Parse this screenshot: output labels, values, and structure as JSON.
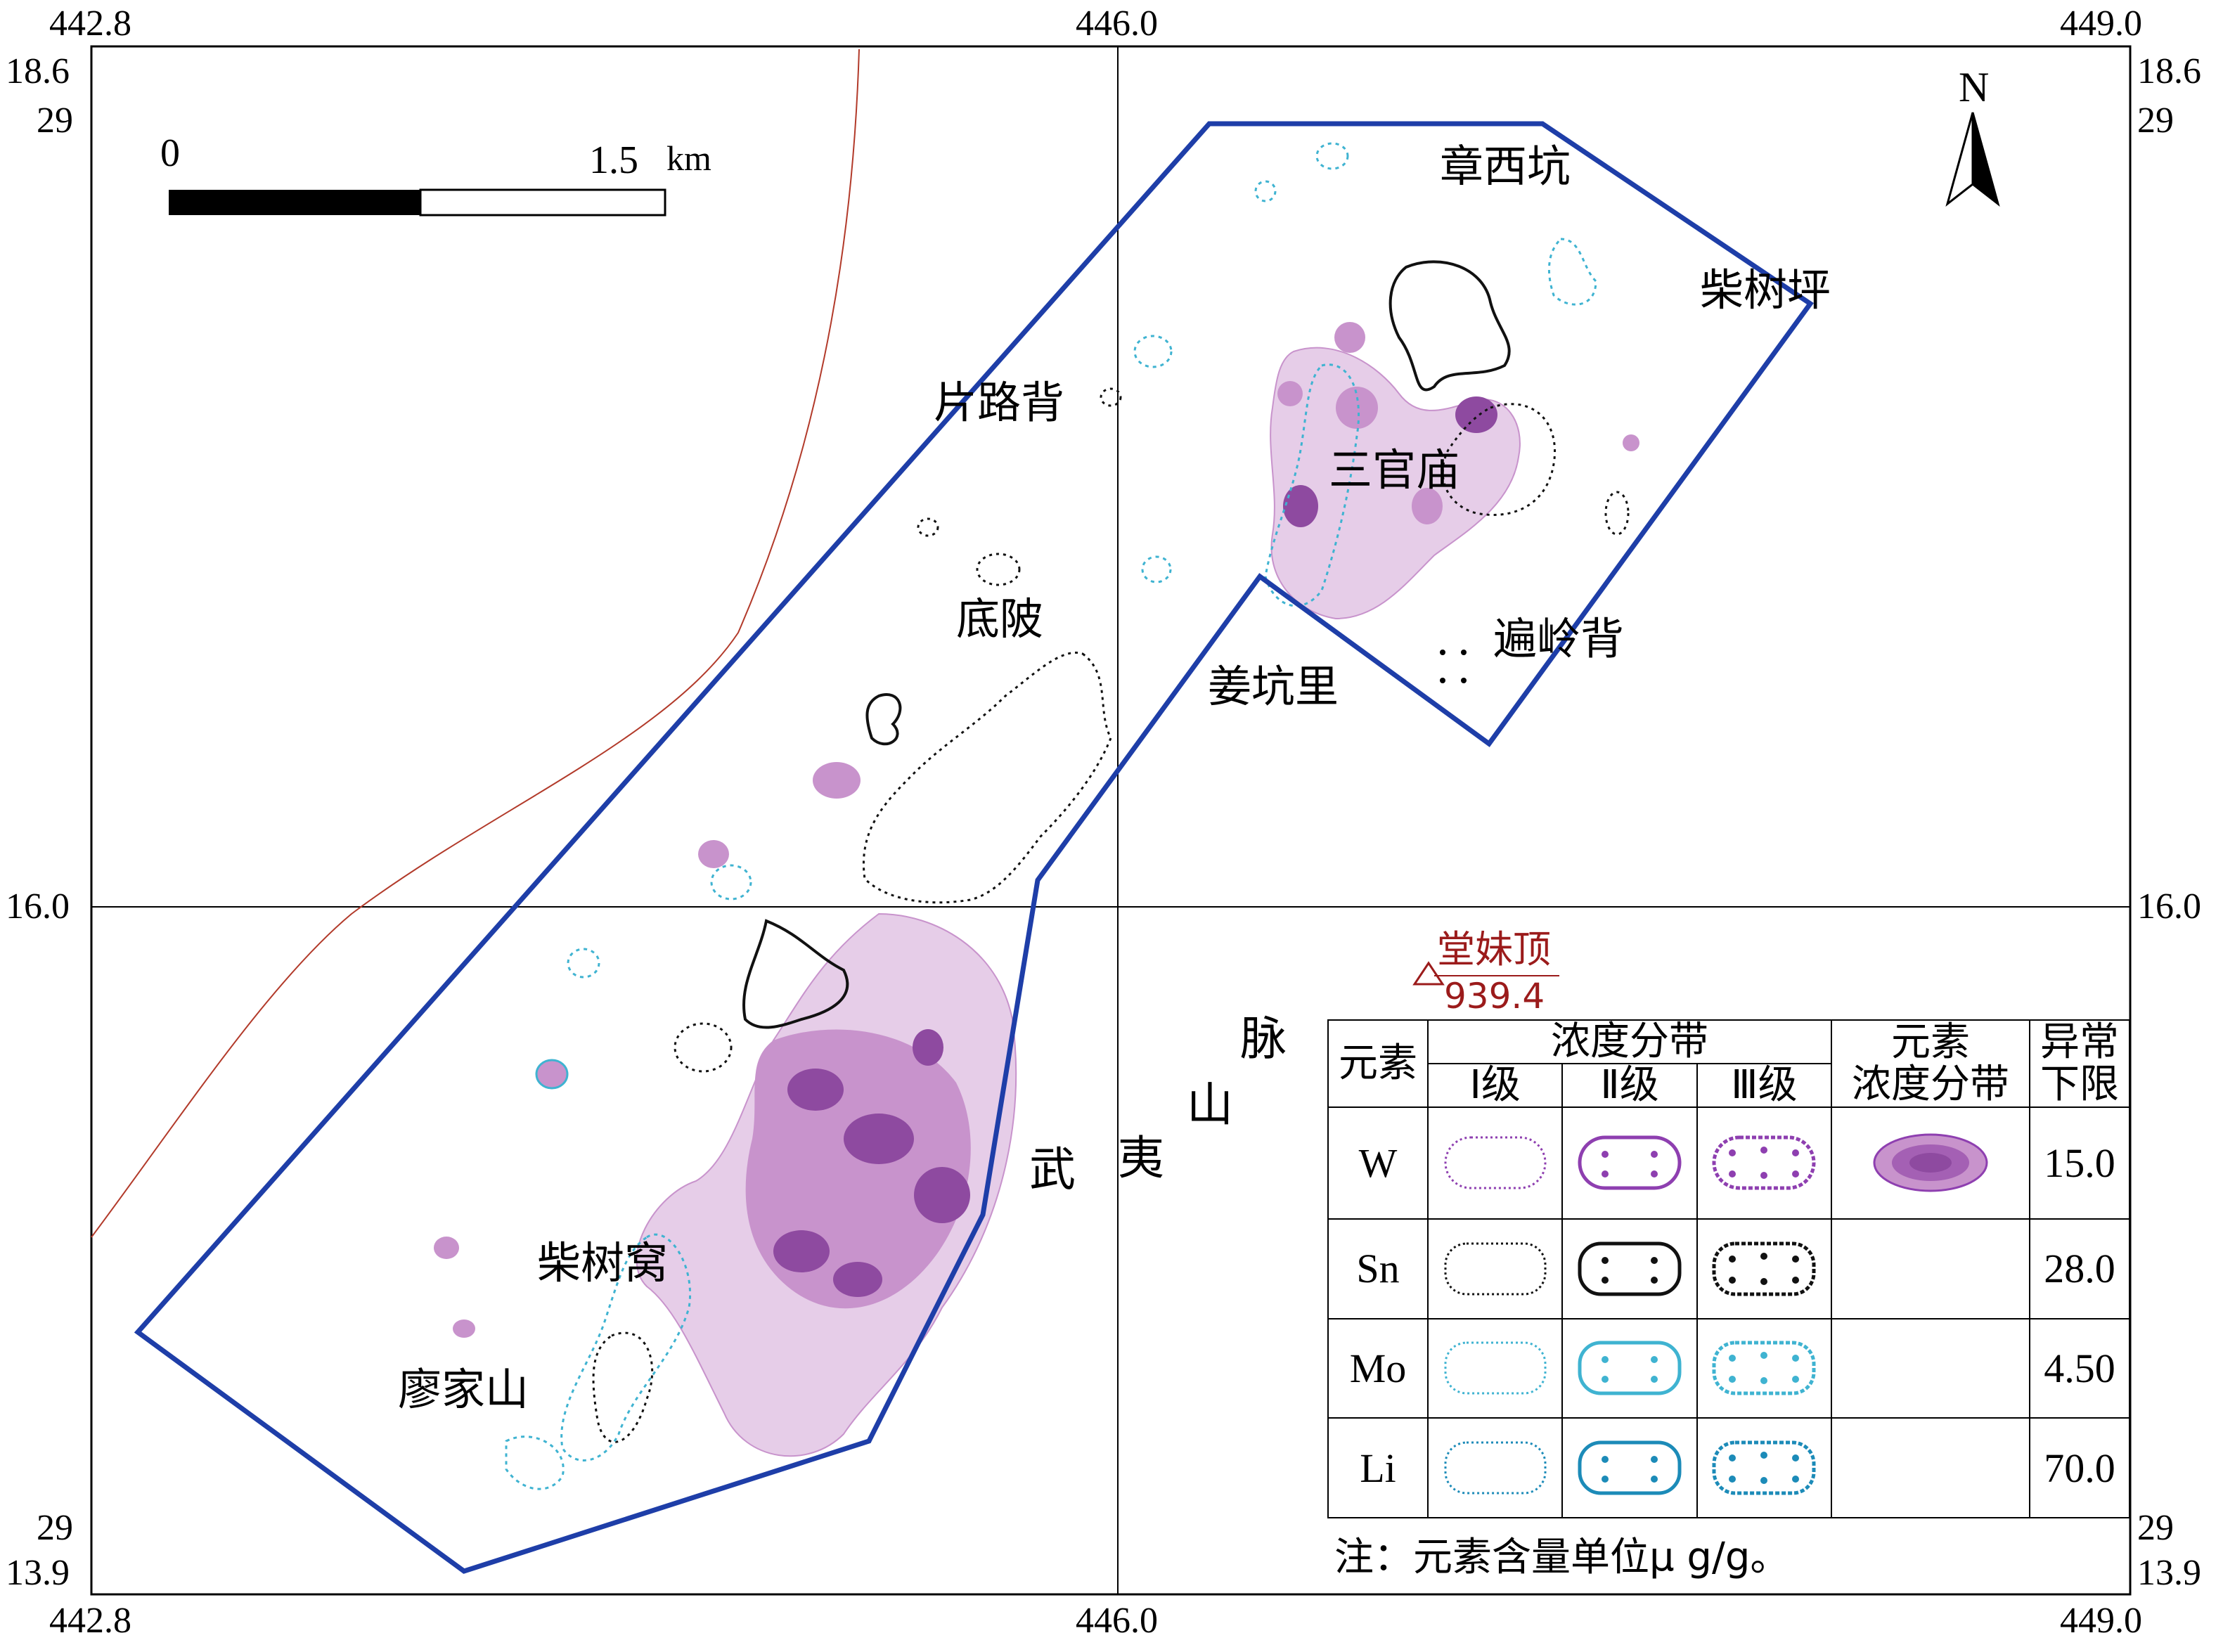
{
  "coords": {
    "top": [
      "442.8",
      "446.0",
      "449.0"
    ],
    "bottom": [
      "442.8",
      "446.0",
      "449.0"
    ],
    "left_top_1": "18.6",
    "left_top_2": "29",
    "right_top_1": "18.6",
    "right_top_2": "29",
    "left_mid": "16.0",
    "right_mid": "16.0",
    "left_bot_1": "29",
    "left_bot_2": "13.9",
    "right_bot_1": "29",
    "right_bot_2": "13.9"
  },
  "scale_bar": {
    "zero": "0",
    "max": "1.5",
    "unit": "km"
  },
  "north": "N",
  "places": {
    "zhangxikeng": "章西坑",
    "chaishuping": "柴树坪",
    "pianlubei": "片路背",
    "sanguanmiao": "三官庙",
    "diling": "底陂",
    "bianlingbei": "遍岭背",
    "jiangkengli": "姜坑里",
    "chaishuwo": "柴树窝",
    "liaojiashan": "廖家山"
  },
  "range": [
    "武",
    "夷",
    "山",
    "脉"
  ],
  "peak": {
    "name": "堂妹顶",
    "elevation": "939.4"
  },
  "legend": {
    "h_element": "元素",
    "h_zoning": "浓度分带",
    "h_zoning_i": "Ⅰ级",
    "h_zoning_ii": "Ⅱ级",
    "h_zoning_iii": "Ⅲ级",
    "h_elem_zoning_1": "元素",
    "h_elem_zoning_2": "浓度分带",
    "h_threshold_1": "异常",
    "h_threshold_2": "下限",
    "rows": [
      {
        "element": "W",
        "threshold": "15.0",
        "color": "#8e3fb0"
      },
      {
        "element": "Sn",
        "threshold": "28.0",
        "color": "#111111"
      },
      {
        "element": "Mo",
        "threshold": "4.50",
        "color": "#3fb3d1"
      },
      {
        "element": "Li",
        "threshold": "70.0",
        "color": "#1c8bb8"
      }
    ],
    "note": "注：元素含量单位μ g/g。"
  },
  "colors": {
    "boundary": "#1e3ea8",
    "w_zone_1": "#e6cde8",
    "w_zone_2": "#c893cc",
    "w_zone_3": "#8e4aa0",
    "river": "#b23a2a"
  }
}
